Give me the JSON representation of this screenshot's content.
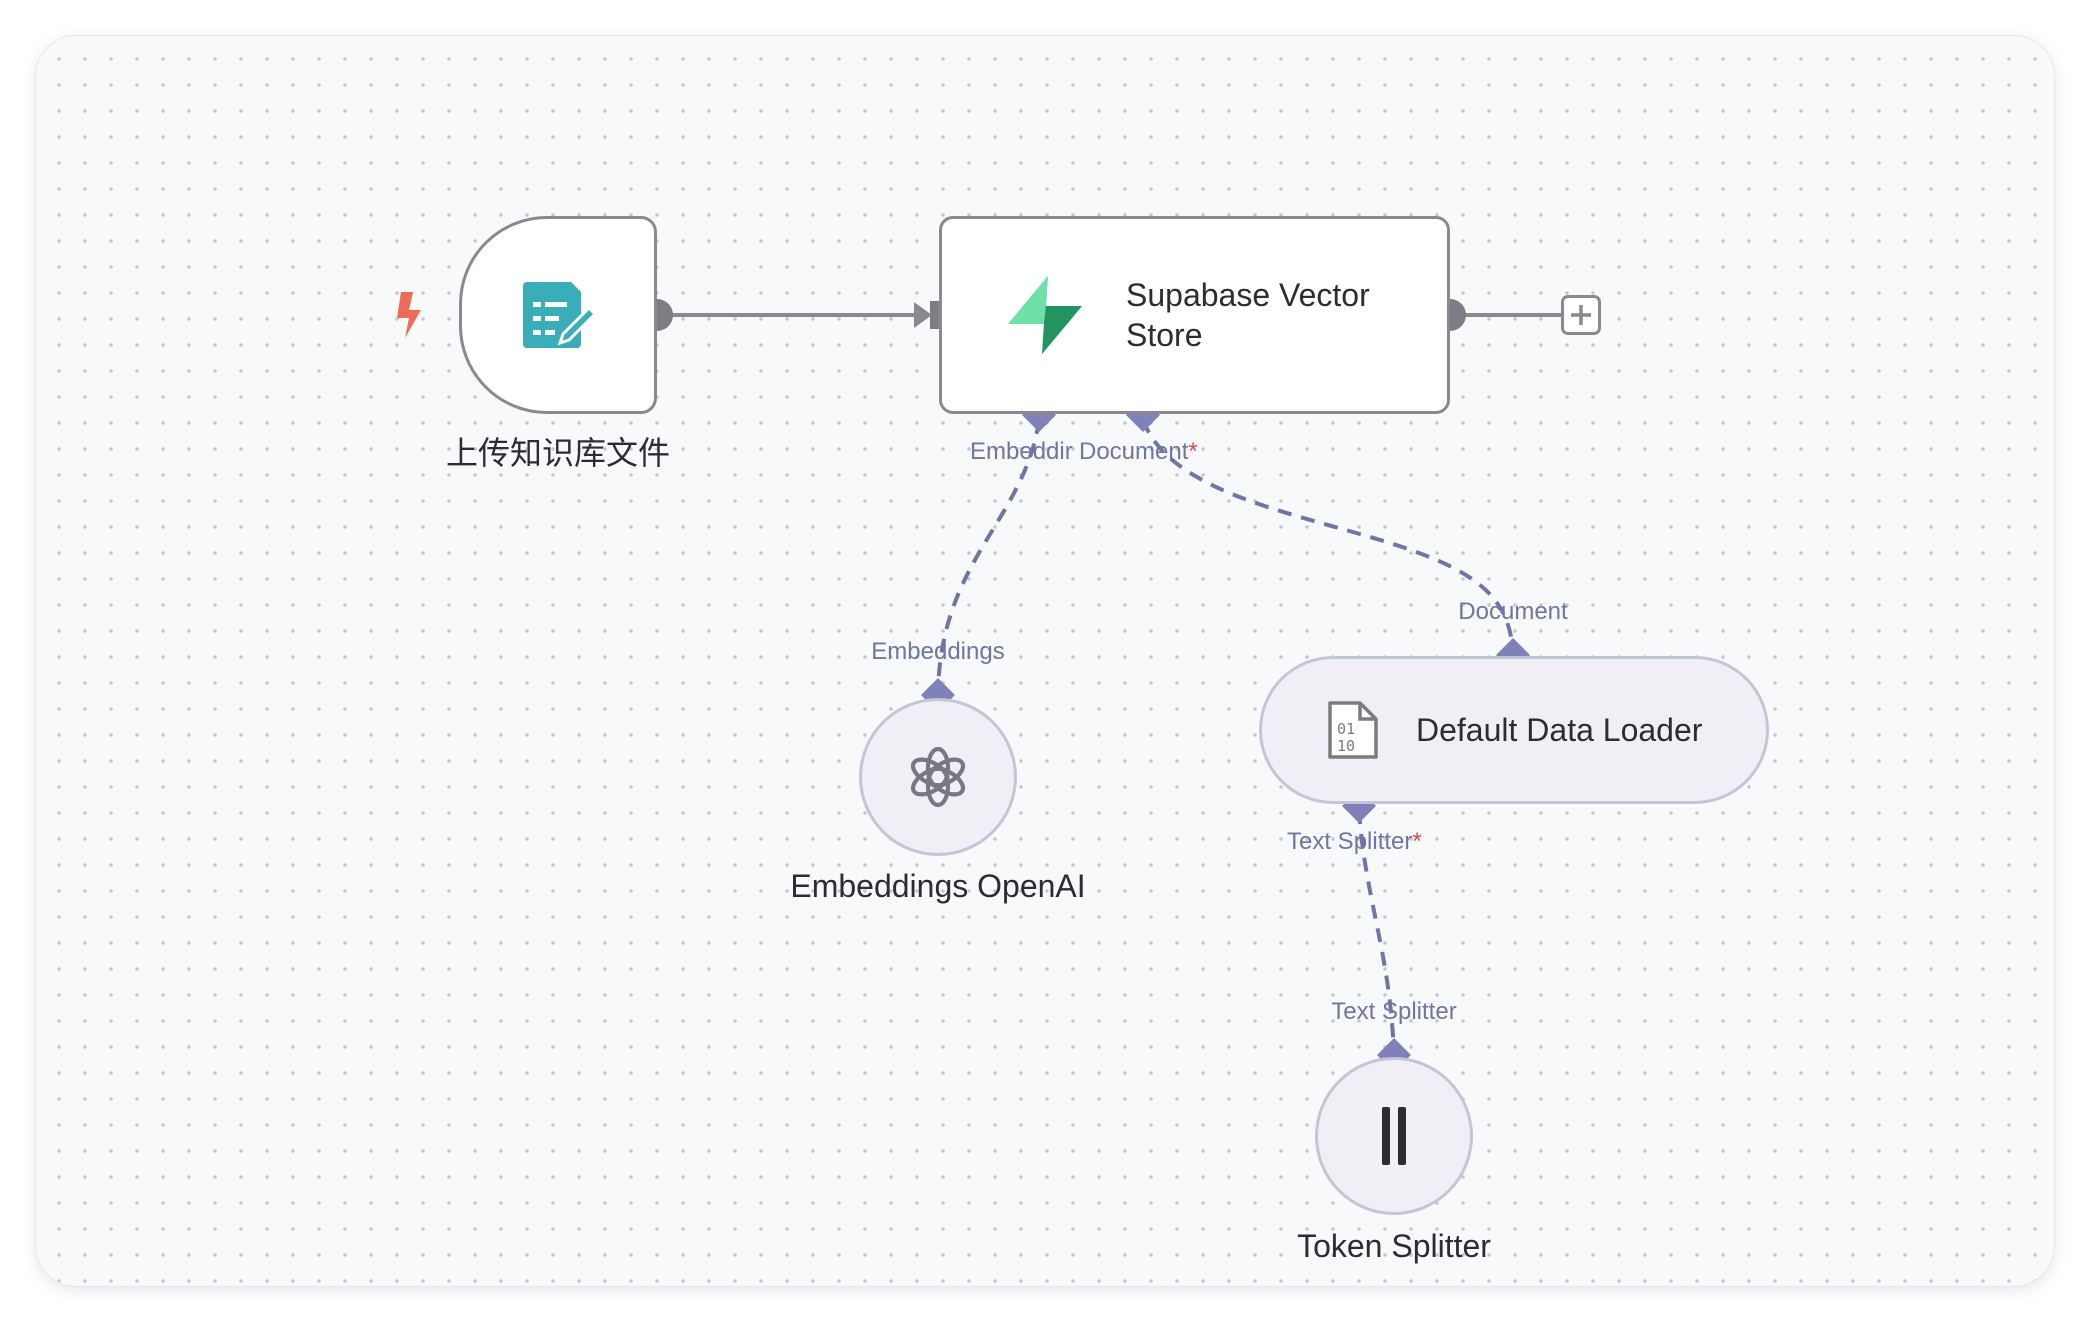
{
  "nodes": {
    "trigger": {
      "label": "上传知识库文件",
      "icon": "form-edit-icon",
      "icon_color": "#3aaeb8",
      "trigger_icon": "lightning-bolt-icon",
      "trigger_color": "#ee6b58"
    },
    "vector_store": {
      "title": "Supabase Vector Store",
      "icon": "supabase-logo-icon"
    },
    "embeddings": {
      "label": "Embeddings OpenAI",
      "icon": "openai-logo-icon"
    },
    "data_loader": {
      "title": "Default Data Loader",
      "icon": "binary-document-icon"
    },
    "token_splitter": {
      "label": "Token Splitter",
      "icon": "splitter-bars-icon"
    }
  },
  "ports": {
    "vector_embedding": "Embeddir",
    "vector_document": "Document",
    "vector_document_required": "*",
    "embeddings_out": "Embeddings",
    "loader_document_out": "Document",
    "loader_text_splitter": "Text Splitter",
    "loader_text_splitter_required": "*",
    "splitter_out": "Text Splitter"
  },
  "controls": {
    "add_node": "plus-icon"
  },
  "colors": {
    "edge_main": "#888a90",
    "edge_sub": "#7174a6",
    "port_diamond": "#7f81b8",
    "required": "#e3474f",
    "sub_node_bg": "#efeff5"
  }
}
